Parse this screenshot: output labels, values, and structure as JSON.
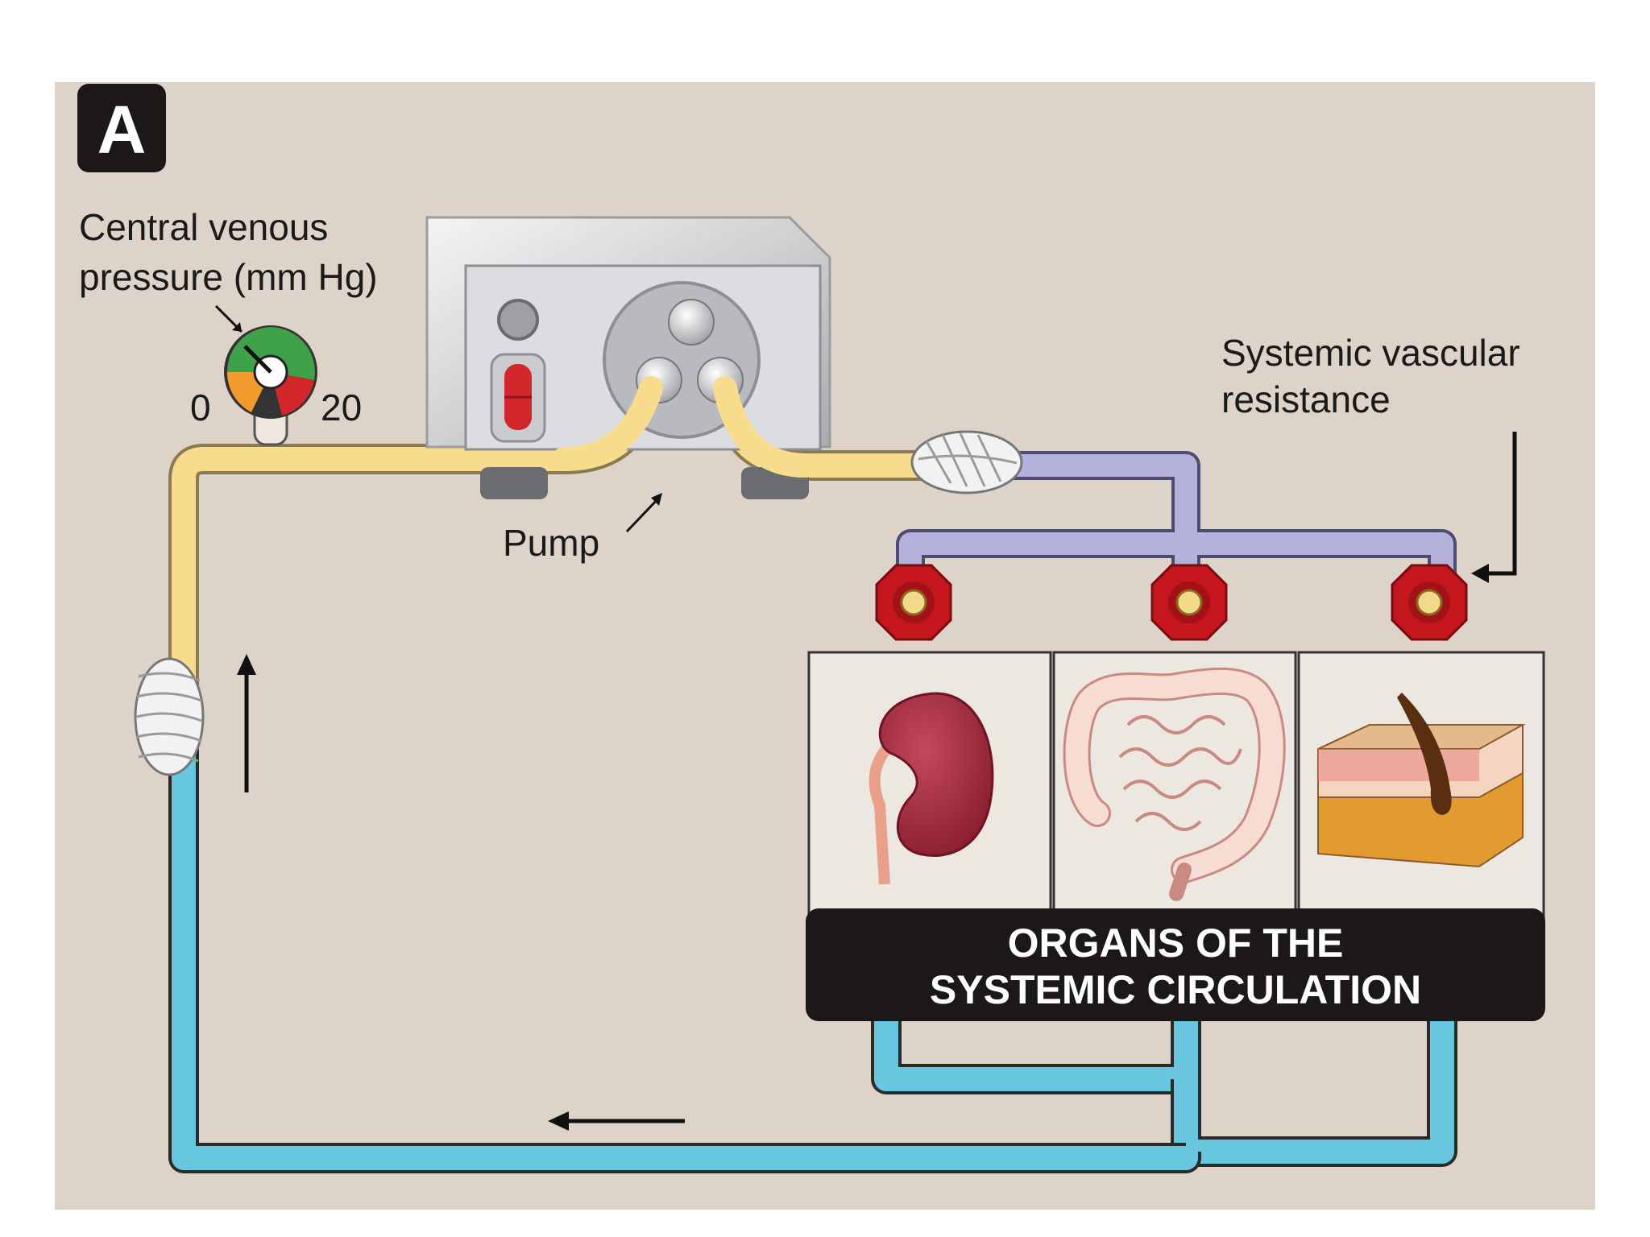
{
  "panel": {
    "letter": "A"
  },
  "labels": {
    "cvp_line1": "Central venous",
    "cvp_line2": "pressure (mm Hg)",
    "gauge_min": "0",
    "gauge_max": "20",
    "pump": "Pump",
    "svr_line1": "Systemic vascular",
    "svr_line2": "resistance",
    "organs_line1": "ORGANS OF THE",
    "organs_line2": "SYSTEMIC CIRCULATION"
  },
  "colors": {
    "background": "#ddd3c8",
    "venous_tube": "#68c6de",
    "preload_tube": "#f7dc8e",
    "arterial_tube": "#b4b2dc",
    "valve": "#c4161c",
    "organ_banner": "#1c1818"
  },
  "icons": [
    "gauge-icon",
    "pump-icon",
    "valve-icon",
    "kidney-icon",
    "intestine-icon",
    "skin-icon",
    "bandage-icon",
    "arrow-icon"
  ]
}
